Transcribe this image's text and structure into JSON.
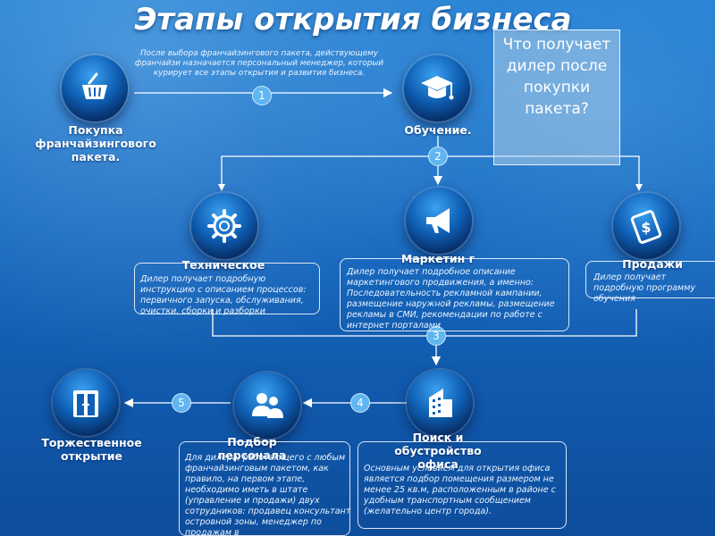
{
  "title": "Этапы открытия бизнеса",
  "dealer_question": "Что получает дилер после покупки пакета?",
  "steps": [
    "1",
    "2",
    "3",
    "4",
    "5"
  ],
  "intro_note": "После выбора франчайзингового пакета, действующему франчайзи назначается персональный менеджер, который курирует все этапы открытия и развития бизнеса.",
  "stages": {
    "purchase": {
      "label": "Покупка франчайзингового пакета."
    },
    "training": {
      "label": "Обучение."
    },
    "technical": {
      "label": "Техническое",
      "desc": "Дилер получает подробную инструкцию с описанием процессов: первичного запуска, обслуживания, очистки, сборки и разборки"
    },
    "marketing": {
      "label": "Маркетин г",
      "desc": "Дилер получает подробное описание маркетингового продвижения, а именно: Последовательность рекламной кампании, размещение наружной рекламы, размещение рекламы в СМИ, рекомендации по работе с интернет порталами"
    },
    "sales": {
      "label": "Продажи",
      "desc": "Дилер получает подробную программу обучения"
    },
    "office": {
      "label": "Поиск и обустройство офиса",
      "desc": "Основным условием для открытия офиса является подбор помещения размером не менее 25 кв.м, расположенным в районе с удобным транспортным сообщением (желательно центр города)."
    },
    "staff": {
      "label": "Подбор персонала",
      "desc": "Для дилера, работающего с любым франчайзинговым пакетом, как правило, на первом этапе, необходимо иметь в штате (управление и продажи) двух сотрудников: продавец консультант островной зоны, менеджер по продажам в"
    },
    "opening": {
      "label": "Торжественное открытие"
    }
  },
  "colors": {
    "accent": "#5fb6f0",
    "icon_dark": "#062a60",
    "line": "#ffffff"
  },
  "icons": [
    "basket-icon",
    "graduation-cap-icon",
    "gear-icon",
    "megaphone-icon",
    "dollar-icon",
    "building-icon",
    "people-icon",
    "door-icon"
  ]
}
